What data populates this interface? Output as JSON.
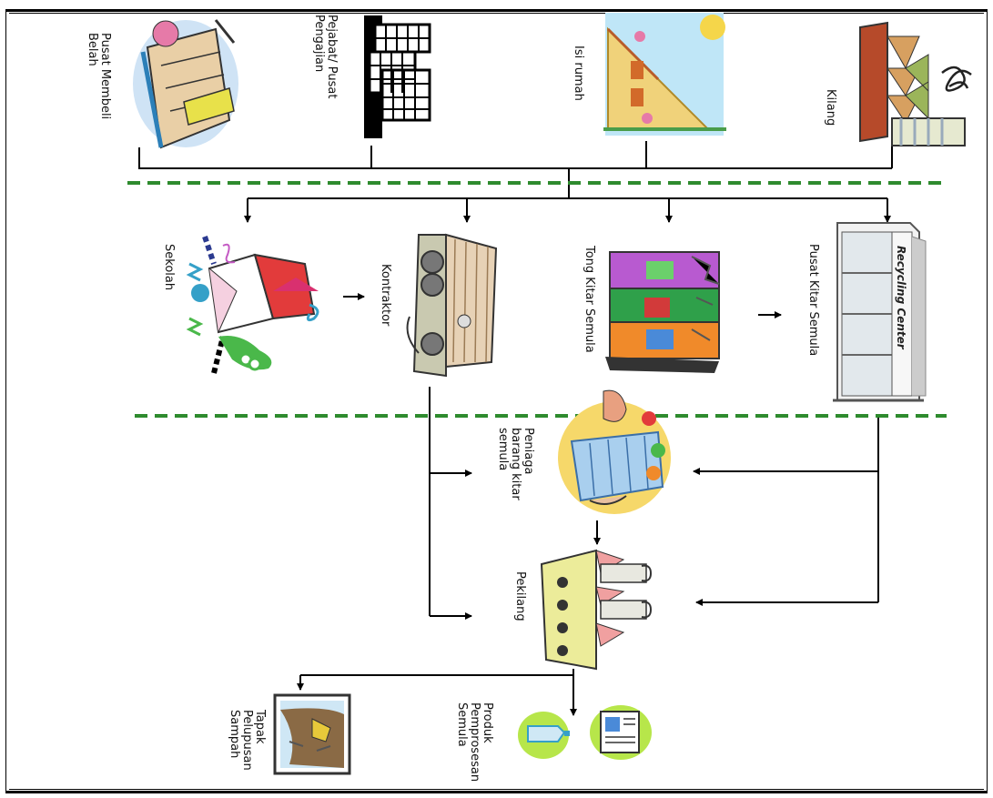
{
  "diagram": {
    "sources": [
      {
        "id": "mall",
        "label": "Pusat Membeli\nBelah",
        "icon": "shopping-mall-icon"
      },
      {
        "id": "office",
        "label": "Pejabat/ Pusat\nPengajian",
        "icon": "office-building-icon"
      },
      {
        "id": "home",
        "label": "Isi rumah",
        "icon": "house-icon"
      },
      {
        "id": "factory",
        "label": "Kilang",
        "icon": "factory-icon"
      }
    ],
    "collectors": [
      {
        "id": "school",
        "label": "Sekolah",
        "icon": "school-icon"
      },
      {
        "id": "contractor",
        "label": "Kontraktor",
        "icon": "garbage-truck-icon"
      },
      {
        "id": "bin",
        "label": "Tong Kitar Semula",
        "icon": "recycling-bins-icon"
      },
      {
        "id": "center",
        "label": "Pusat Kitar Semula",
        "icon": "recycling-center-icon",
        "sign": "Recycling Center"
      }
    ],
    "processors": [
      {
        "id": "trader",
        "label": "Peniaga\nbarang kitar\nsemula",
        "icon": "traders-icon"
      },
      {
        "id": "manufacturer",
        "label": "Pekilang",
        "icon": "manufacturer-factory-icon"
      }
    ],
    "outputs": [
      {
        "id": "landfill",
        "label": "Tapak\nPelupusan\nSampah",
        "icon": "landfill-icon"
      },
      {
        "id": "products",
        "label": "Produk\nPemprosesan\nSemula",
        "icon": "recycled-products-icon"
      }
    ]
  },
  "colors": {
    "divider": "#2e8b2e",
    "line": "#000000"
  }
}
